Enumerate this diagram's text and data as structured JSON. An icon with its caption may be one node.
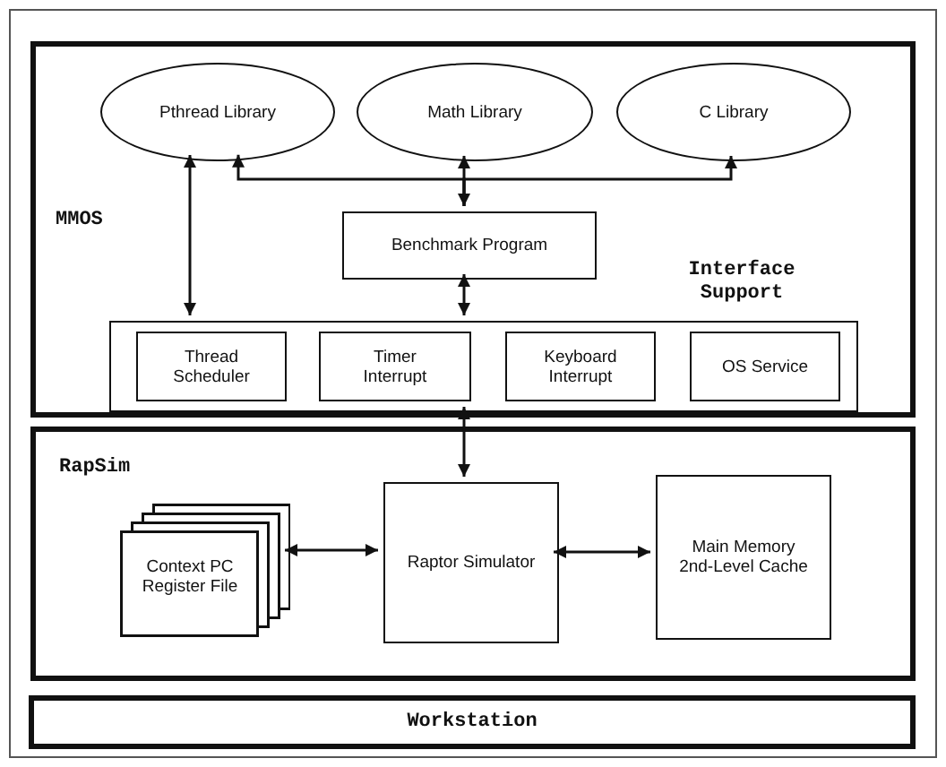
{
  "diagram": {
    "nodes": [
      {
        "text": [
          "MMOS"
        ]
      },
      {
        "text": [
          "Pthread Library"
        ],
        "in": 0
      },
      {
        "text": [
          "Math Library"
        ],
        "in": 0
      },
      {
        "text": [
          "C Library"
        ],
        "in": 0
      },
      {
        "text": [
          "Benchmark Program"
        ],
        "in": 0
      },
      {
        "text": [
          "Interface Support"
        ],
        "in": 0
      },
      {
        "text": [
          "Thread Scheduler"
        ],
        "in": 5
      },
      {
        "text": [
          "Timer Interrupt"
        ],
        "in": 5
      },
      {
        "text": [
          "Keyboard Interrupt"
        ],
        "in": 5
      },
      {
        "text": [
          "OS Service"
        ],
        "in": 5
      },
      {
        "text": [
          "RapSim"
        ]
      },
      {
        "text": [
          "Context PC Register File"
        ],
        "in": 10
      },
      {
        "text": [
          "Raptor Simulator"
        ],
        "in": 10
      },
      {
        "text": [
          "Main Memory 2nd-Level Cache"
        ],
        "in": 10
      },
      {
        "text": [
          "Workstation"
        ]
      }
    ],
    "edges": [
      {
        "from": 1,
        "to": 5,
        "arrow": "both"
      },
      {
        "from": 2,
        "to": 4,
        "arrow": "both"
      },
      {
        "from": 4,
        "to": 1,
        "arrow": "to"
      },
      {
        "from": 4,
        "to": 3,
        "arrow": "to"
      },
      {
        "from": 4,
        "to": 5,
        "arrow": "both"
      },
      {
        "from": 5,
        "to": 12,
        "arrow": "both"
      },
      {
        "from": 11,
        "to": 12,
        "arrow": "both"
      },
      {
        "from": 12,
        "to": 13,
        "arrow": "both"
      }
    ]
  }
}
